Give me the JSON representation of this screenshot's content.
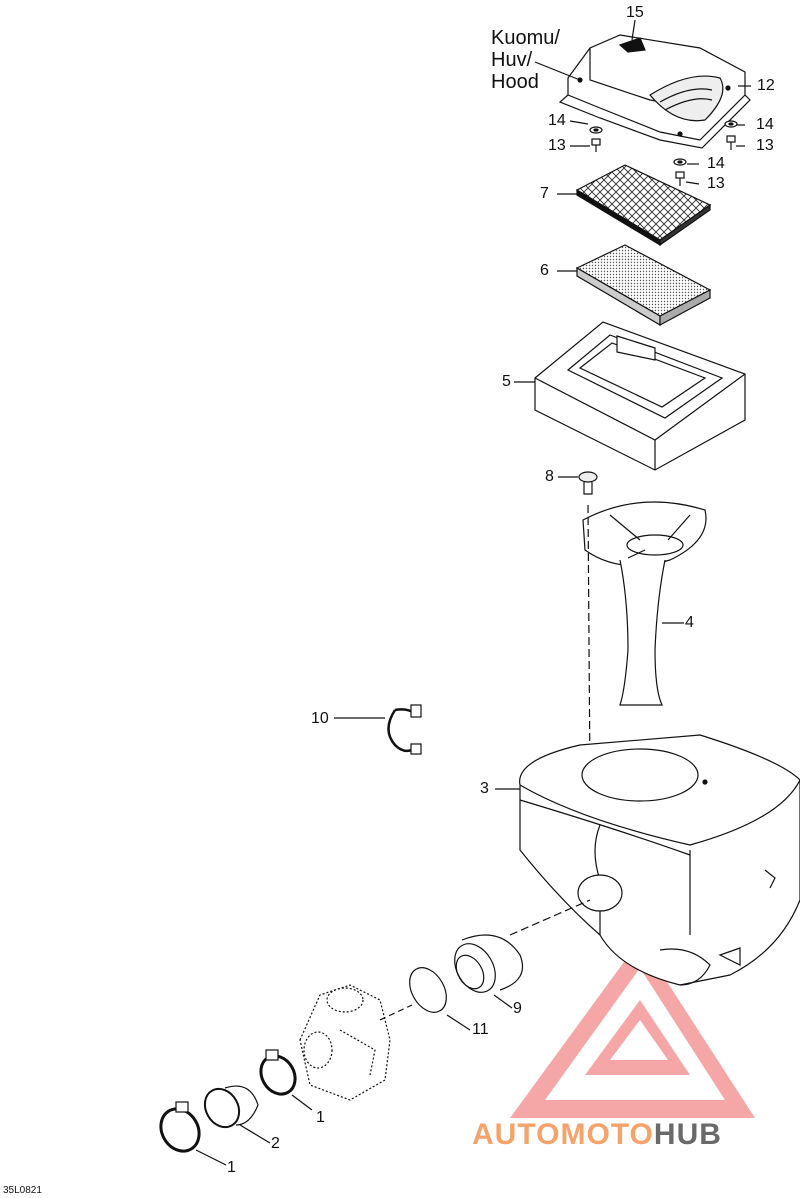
{
  "labels": {
    "n1a": "1",
    "n1b": "1",
    "n2": "2",
    "n3": "3",
    "n4": "4",
    "n5": "5",
    "n6": "6",
    "n7": "7",
    "n8": "8",
    "n9": "9",
    "n10": "10",
    "n11": "11",
    "n12": "12",
    "n13a": "13",
    "n13b": "13",
    "n13c": "13",
    "n14a": "14",
    "n14b": "14",
    "n14c": "14",
    "n15": "15"
  },
  "hood_label": [
    "Kuomu/",
    "Huv/",
    "Hood"
  ],
  "drawing_code": "35L0821",
  "watermark": {
    "part1": "AUTOMOTO",
    "part2": "HUB",
    "accent_color": "#f28a8a",
    "brand_color": "#f6a26a",
    "dark_color": "#6a6a6a"
  }
}
